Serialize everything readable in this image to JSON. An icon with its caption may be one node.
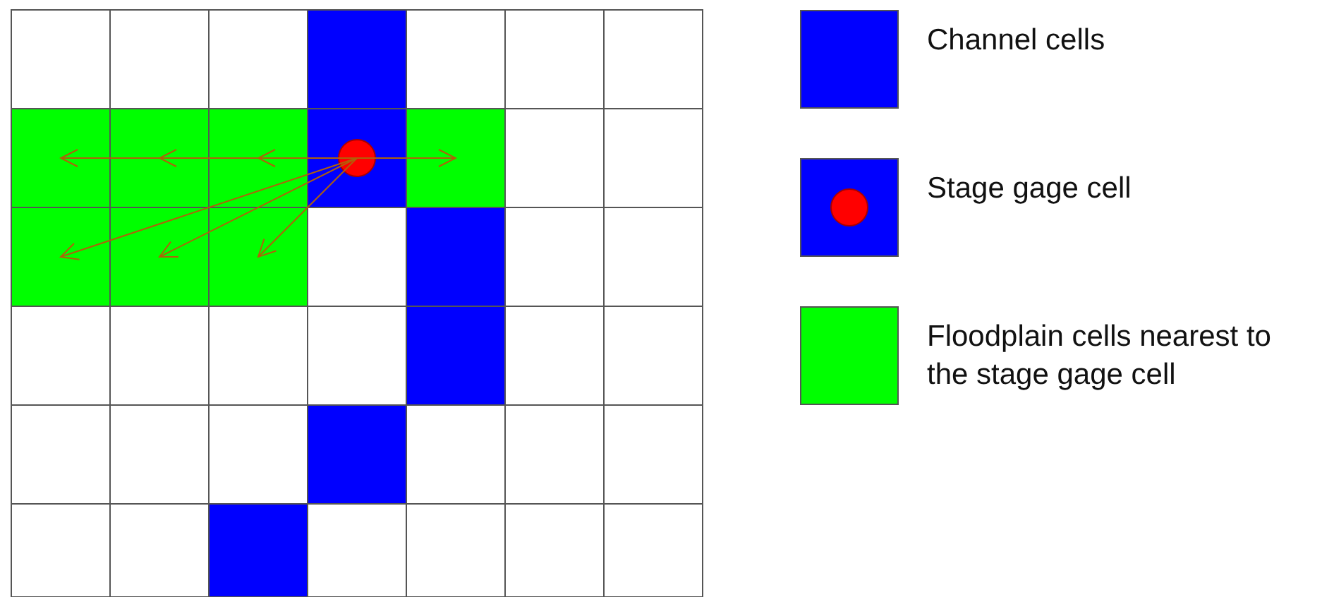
{
  "diagram": {
    "legend": [
      {
        "text": "Channel cells",
        "color": "#0000ff"
      },
      {
        "text": "Stage gage cell"
      },
      {
        "text": "Floodplain cells nearest to the stage gage cell",
        "color": "#00ff00"
      }
    ]
  }
}
